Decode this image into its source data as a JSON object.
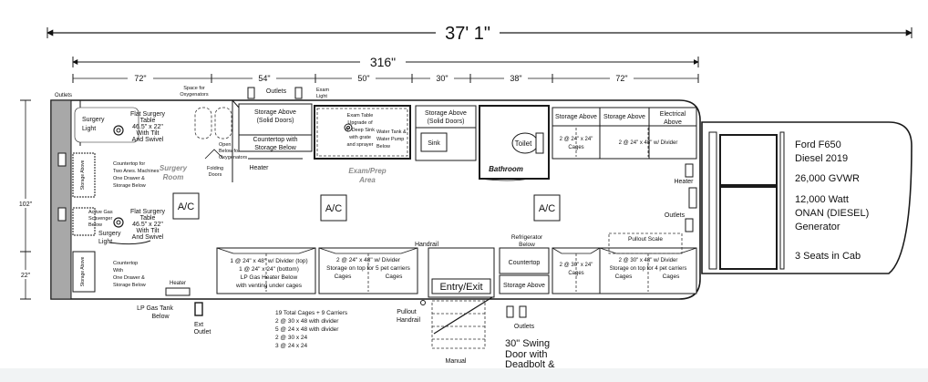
{
  "dims": {
    "overall": "37' 1\"",
    "interior": "316\"",
    "sections": [
      "72\"",
      "54\"",
      "50\"",
      "30\"",
      "38\"",
      "72\""
    ],
    "height_total": "102\"",
    "height_lower": "22\""
  },
  "labels": {
    "outlets": "Outlets",
    "oxygen": [
      "Space for",
      "Oxygenators"
    ],
    "exam_light": [
      "Exam",
      "Light"
    ],
    "surgery_light": [
      "Surgery",
      "Light"
    ],
    "flat_table_1": [
      "Flat Surgery",
      "Table",
      "46.5\" x 22\"",
      "With Tilt",
      "And Swivel"
    ],
    "flat_table_2": [
      "Flat Surgery",
      "Table",
      "46.5\" x 22\"",
      "With Tilt",
      "And Swivel"
    ],
    "countertop_gas": [
      "Countertop for",
      "Two Anes. Machines",
      "One Drawer &",
      "Storage Below"
    ],
    "storage_above_left": [
      "Storage Above",
      "(Solid Doors)"
    ],
    "active_gas": [
      "Active Gas",
      "Scavenger",
      "Below"
    ],
    "open_below": [
      "Open",
      "Below for",
      "Oxygenators"
    ],
    "folding_doors": [
      "Folding",
      "Doors"
    ],
    "surgery_room": [
      "Surgery",
      "Room"
    ],
    "ac": "A/C",
    "storage_solid": [
      "Storage Above",
      "(Solid Doors)"
    ],
    "countertop_storage": [
      "Countertop with",
      "Storage Below"
    ],
    "heater": "Heater",
    "exam_table": [
      "Exam Table",
      "Upgrade of",
      "6\" Deep Sink",
      "with grate",
      "and sprayer"
    ],
    "water_tank": [
      "Water Tank &",
      "Water Pump",
      "Below"
    ],
    "exam_prep": [
      "Exam/Prep",
      "Area"
    ],
    "storage_solid_2": [
      "Storage Above",
      "(Solid Doors)"
    ],
    "sink": "Sink",
    "toilet": "Toilet",
    "bathroom": "Bathroom",
    "storage_above": "Storage Above",
    "electrical": [
      "Electrical",
      "Above"
    ],
    "cages_24": [
      "2 @ 24\" x 24\"",
      "Cages"
    ],
    "cages_24x48": "2 @ 24\" x 48\" w/ Divider",
    "lower_left_cages": [
      "1 @ 24\" x 48\" w/ Divider (top)",
      "1 @ 24\" x 24\" (bottom)",
      "LP Gas Heater Below",
      "with venting under cages"
    ],
    "storage_carriers_5": [
      "2 @ 24\" x 48\" w/ Divider",
      "Storage on top for 5 pet carriers"
    ],
    "cages": "Cages",
    "handrail": "Handrail",
    "refrigerator": [
      "Refrigerator",
      "Below"
    ],
    "countertop": "Countertop",
    "entry": "Entry/Exit",
    "cages_30": [
      "2 @ 30\" x 24\"",
      "Cages"
    ],
    "storage_carriers_4": [
      "2 @ 30\" x 48\" w/ Divider",
      "Storage on top for 4 pet carriers"
    ],
    "pullout_scale": "Pullout Scale",
    "countertop_drawer": [
      "Countertop",
      "With",
      "One Drawer &",
      "Storage Below"
    ],
    "lp_tank": [
      "LP Gas Tank",
      "Below"
    ],
    "ext_outlet": [
      "Ext",
      "Outlet"
    ],
    "cage_summary": [
      "19 Total Cages + 9 Carriers",
      "2 @ 30 x 48 with divider",
      "5 @ 24 x 48 with divider",
      "2 @ 30 x 24",
      "3 @ 24 x 24"
    ],
    "pullout_handrail": [
      "Pullout",
      "Handrail"
    ],
    "swing_door": [
      "30\" Swing",
      "Door  with",
      "Deadbolt &"
    ],
    "manual": "Manual"
  },
  "cab": {
    "lines": [
      "Ford F650",
      "Diesel 2019",
      "26,000 GVWR",
      "12,000  Watt",
      "ONAN  (DIESEL)",
      "Generator",
      "3  Seats in  Cab"
    ]
  }
}
